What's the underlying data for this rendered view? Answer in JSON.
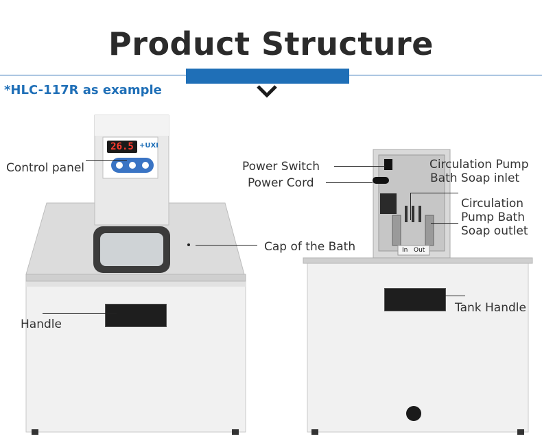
{
  "header": {
    "title": "Product Structure",
    "note": "*HLC-117R as example",
    "accent_color": "#1f6fb7"
  },
  "device_front": {
    "display_value": "26.5",
    "brand": "+UXI"
  },
  "device_back": {
    "port_in": "In",
    "port_out": "Out"
  },
  "labels": {
    "control_panel": "Control panel",
    "handle": "Handle",
    "cap_of_bath": "Cap of the Bath",
    "power_switch": "Power Switch",
    "power_cord": "Power Cord",
    "inlet_line1": "Circulation Pump",
    "inlet_line2": "Bath Soap inlet",
    "outlet_line1": "Circulation",
    "outlet_line2": "Pump Bath",
    "outlet_line3": "Soap outlet",
    "tank_handle": "Tank Handle"
  }
}
